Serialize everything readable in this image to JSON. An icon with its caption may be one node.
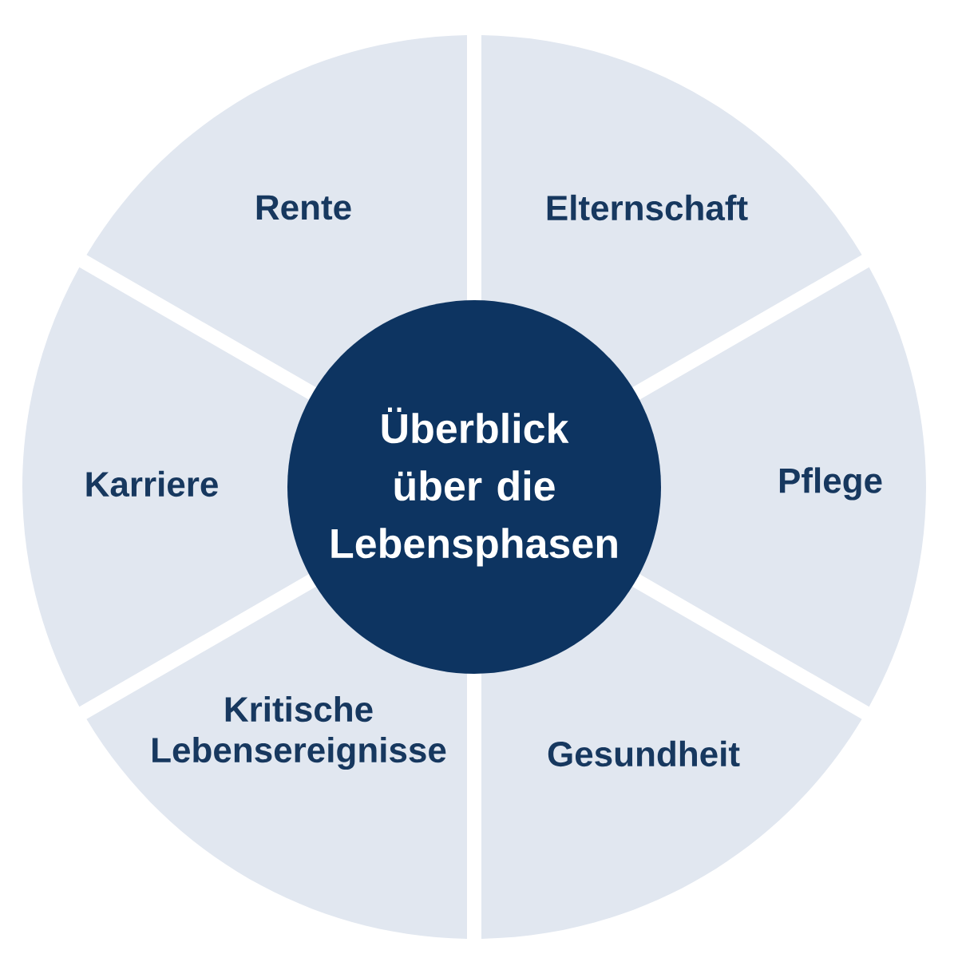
{
  "diagram": {
    "nodes": [
      {
        "text": [
          "Rente"
        ]
      },
      {
        "text": [
          "Elternschaft"
        ]
      },
      {
        "text": [
          "Überblick über die Lebensphasen"
        ]
      },
      {
        "text": [
          "Karriere"
        ]
      },
      {
        "text": [
          "Pflege"
        ]
      },
      {
        "text": [
          "Kritische Lebensereignisse"
        ]
      },
      {
        "text": [
          "Gesundheit"
        ]
      }
    ]
  }
}
